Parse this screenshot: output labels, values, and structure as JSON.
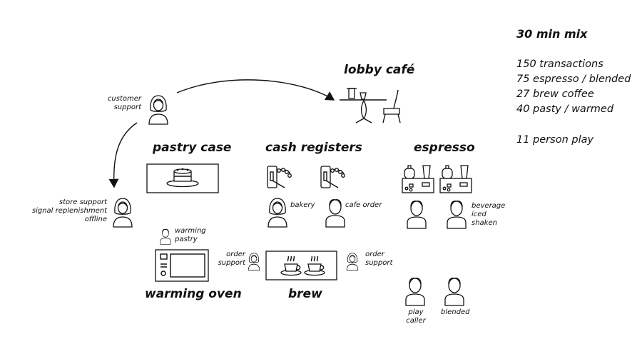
{
  "mix": {
    "title": "30 min mix",
    "lines": [
      "150 transactions",
      "75 espresso / blended",
      "27 brew coffee",
      "40 pasty / warmed"
    ],
    "people": "11 person play"
  },
  "stations": {
    "lobby": "lobby café",
    "pastry": "pastry case",
    "registers": "cash registers",
    "espresso": "espresso",
    "oven": "warming oven",
    "brew": "brew"
  },
  "roles": {
    "customer_support": [
      "customer",
      "support"
    ],
    "store_support": [
      "store support",
      "signal replenishment",
      "offline"
    ],
    "bakery": "bakery",
    "cafe_order": "cafe order",
    "beverage": [
      "beverage",
      "iced",
      "shaken"
    ],
    "warming_pastry": [
      "warming",
      "pastry"
    ],
    "order_support_left": [
      "order",
      "support"
    ],
    "order_support_right": [
      "order",
      "support"
    ],
    "play_caller": [
      "play",
      "caller"
    ],
    "blended": "blended"
  }
}
